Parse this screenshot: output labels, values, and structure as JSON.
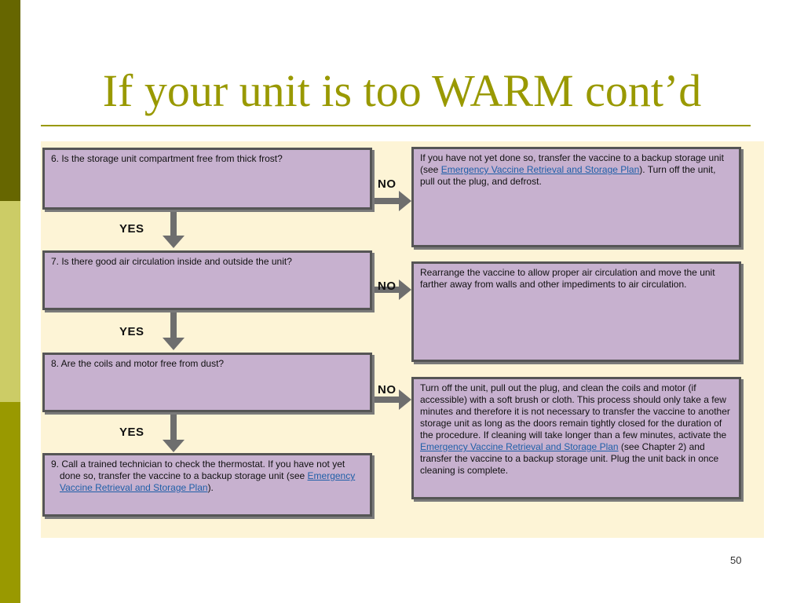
{
  "slide": {
    "title": "If your unit is too WARM cont’d",
    "page_number": "50"
  },
  "flowchart": {
    "yes_label": "YES",
    "no_label": "NO",
    "steps": [
      {
        "question": "6. Is the storage unit compartment free from thick frost?",
        "answer": {
          "text_before": "If you have not yet done so, transfer the vaccine to a backup storage unit (see ",
          "link": "Emergency Vaccine Retrieval and Storage Plan",
          "text_after": "). Turn off the unit, pull out the plug, and defrost."
        }
      },
      {
        "question": "7. Is there good air circulation inside and outside the unit?",
        "answer": {
          "text": "Rearrange the vaccine to allow proper air circulation and move the unit farther away from walls and other impediments to air circulation."
        }
      },
      {
        "question": "8. Are the coils and motor free from dust?",
        "answer": {
          "text_before": "Turn off the unit, pull out the plug, and clean the coils and motor (if accessible) with a soft brush or cloth. This process should only take a few minutes and therefore it is not necessary to transfer the vaccine to another storage unit as long as the doors remain tightly closed for the duration of the procedure. If cleaning will take longer than a few minutes, activate the ",
          "link": "Emergency Vaccine Retrieval and Storage Plan",
          "text_after": " (see Chapter 2) and transfer the vaccine to a backup storage unit. Plug the unit back in once cleaning is complete."
        }
      },
      {
        "question_before": "9. Call a trained technician to check the thermostat. If you have not yet done so, transfer the vaccine to a backup storage unit (see ",
        "link": "Emergency Vaccine Retrieval and Storage Plan",
        "question_after": ")."
      }
    ]
  }
}
